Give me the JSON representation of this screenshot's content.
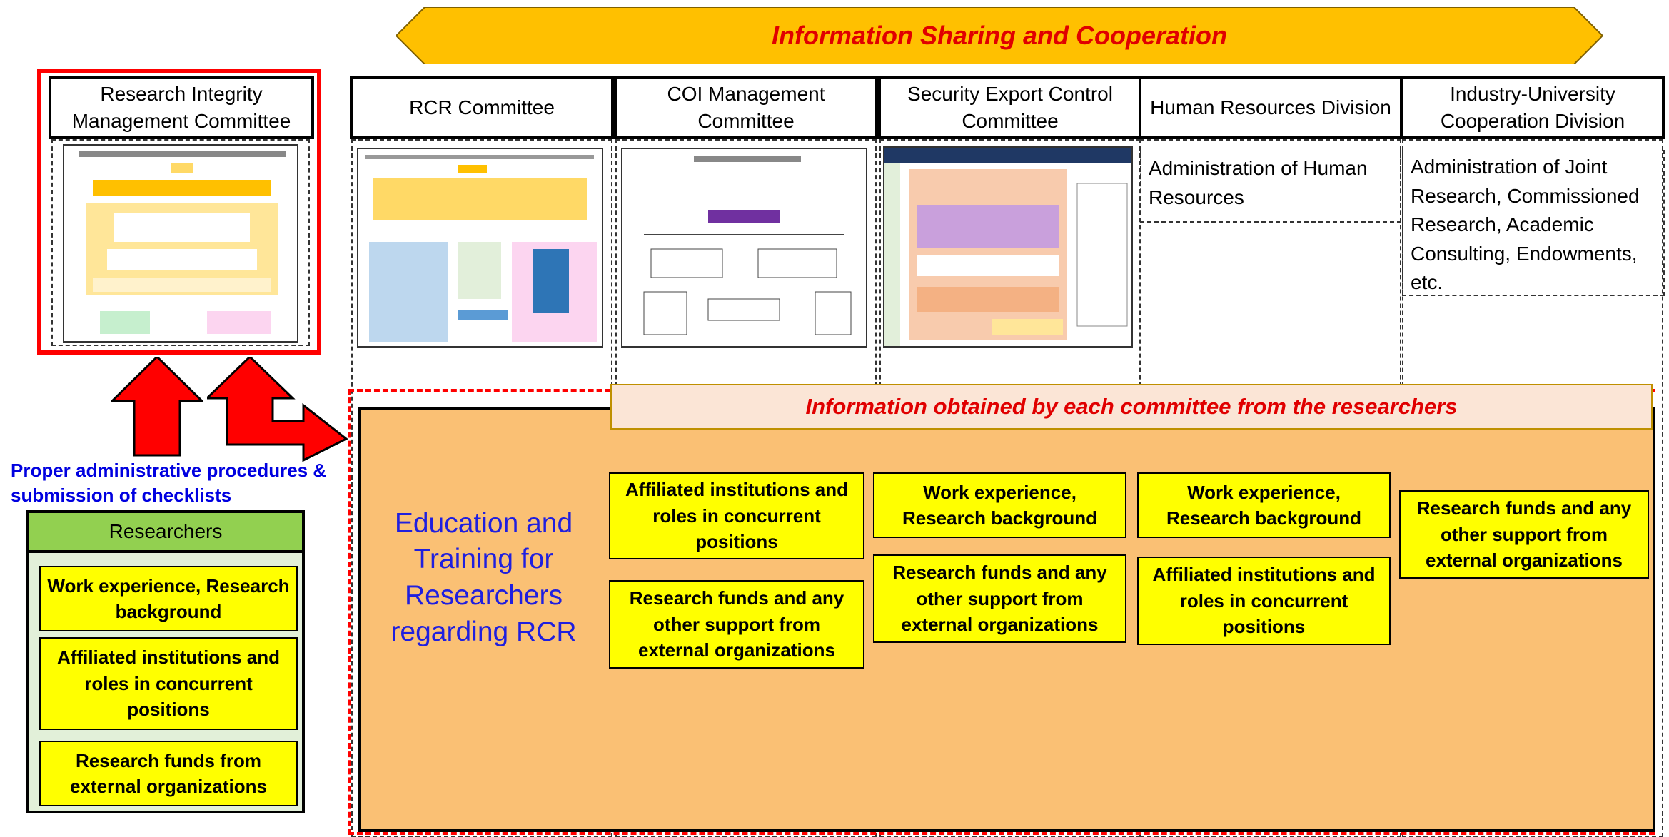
{
  "banner": {
    "text": "Information Sharing and Cooperation",
    "color": "#ffc000"
  },
  "integrity_committee": {
    "title": "Research Integrity Management Committee"
  },
  "columns": [
    {
      "title": "RCR Committee"
    },
    {
      "title": "COI Management Committee"
    },
    {
      "title": "Security Export Control Committee"
    },
    {
      "title": "Human Resources Division"
    },
    {
      "title": "Industry-University Cooperation Division"
    }
  ],
  "hr_admin": "Administration of Human Resources",
  "iu_admin": "Administration of Joint Research, Commissioned Research, Academic Consulting, Endowments, etc.",
  "info_obtained": "Information obtained by each committee from the researchers",
  "education": "Education and Training for Researchers regarding RCR",
  "coi_items": [
    "Affiliated institutions and roles in concurrent positions",
    "Research funds and any other support from external organizations"
  ],
  "security_items": [
    "Work experience, Research background",
    "Research funds and any other support from external organizations"
  ],
  "hr_items": [
    "Work experience, Research background",
    "Affiliated institutions and roles in concurrent positions"
  ],
  "iu_items": [
    "Research funds and any other support from external organizations"
  ],
  "procedures_label": "Proper administrative procedures & submission of checklists",
  "researchers": {
    "title": "Researchers",
    "items": [
      "Work experience, Research background",
      "Affiliated institutions and roles in concurrent positions",
      "Research funds from external organizations"
    ]
  }
}
